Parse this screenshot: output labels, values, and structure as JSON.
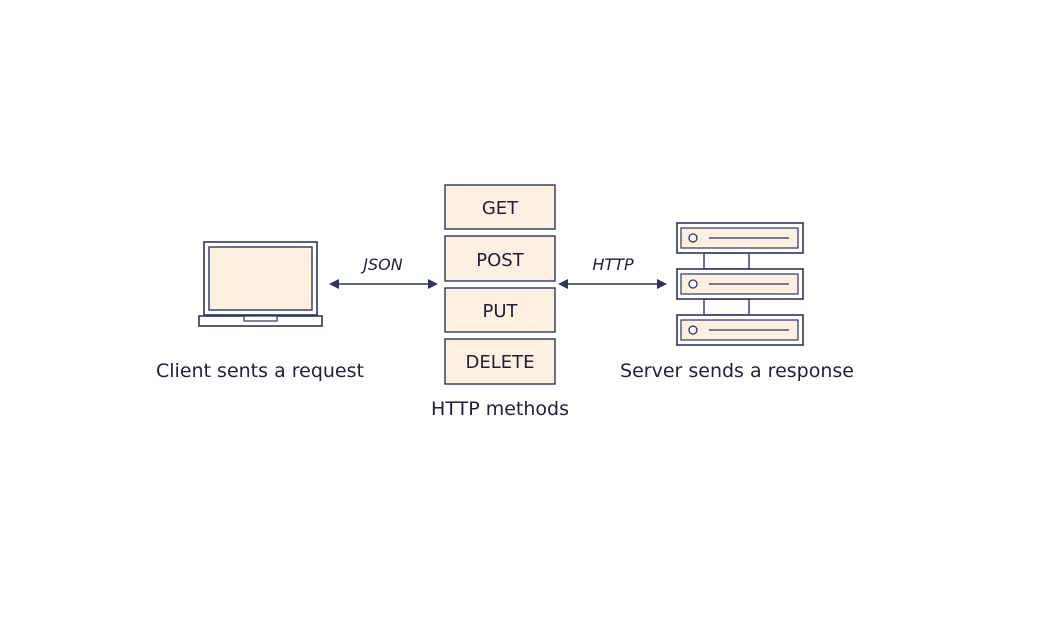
{
  "client": {
    "caption": "Client sents a request",
    "icon": "laptop-icon"
  },
  "server": {
    "caption": "Server sends a response",
    "icon": "server-rack-icon"
  },
  "methods": {
    "caption": "HTTP methods",
    "items": [
      "GET",
      "POST",
      "PUT",
      "DELETE"
    ]
  },
  "arrows": {
    "left_label": "JSON",
    "right_label": "HTTP"
  },
  "colors": {
    "stroke": "#2e3462",
    "method_fill": "#fdf0e0",
    "screen_fill": "#fdf0e0",
    "text": "#1f1f3a"
  }
}
